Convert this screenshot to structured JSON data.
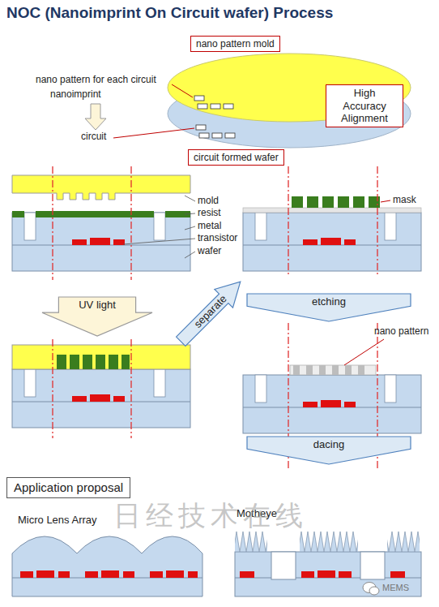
{
  "diagram": {
    "title": "NOC (Nanoimprint On Circuit wafer) Process",
    "nodes": [
      {
        "text": [
          "nano pattern mold"
        ]
      },
      {
        "text": [
          "High Accuracy Alignment"
        ]
      },
      {
        "text": [
          "circuit formed wafer"
        ]
      },
      {
        "text": [
          "UV light"
        ]
      },
      {
        "text": [
          "separate"
        ]
      },
      {
        "text": [
          "etching"
        ]
      },
      {
        "text": [
          "dacing"
        ]
      },
      {
        "text": [
          "Application proposal"
        ]
      }
    ],
    "labels": [
      "nano pattern for each circuit",
      "nanoimprint",
      "circuit",
      "mold",
      "resist",
      "metal",
      "transistor",
      "wafer",
      "mask",
      "nano pattern",
      "Micro Lens Array",
      "Motheye",
      "日经技术在线",
      "MEMS"
    ]
  }
}
